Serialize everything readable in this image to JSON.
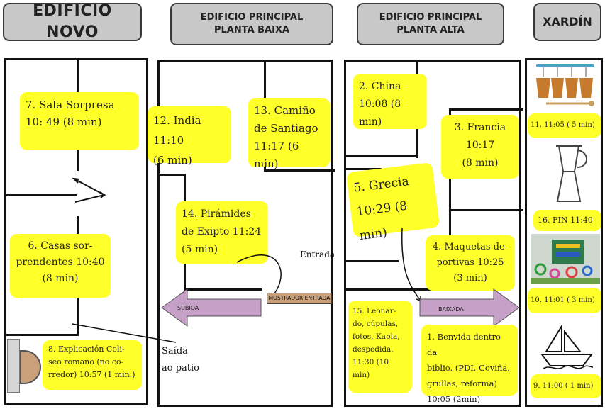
{
  "headers": {
    "novo": "EDIFICIO NOVO",
    "baixa_1": "EDIFICIO PRINCIPAL",
    "baixa_2": "PLANTA BAIXA",
    "alta_1": "EDIFICIO PRINCIPAL",
    "alta_2": "PLANTA ALTA",
    "xardin": "XARDÍN"
  },
  "stations": {
    "s7_1": "7. Sala Sorpresa",
    "s7_2": "10: 49 (8 min)",
    "s6_1": "6. Casas sor-",
    "s6_2": "prendentes 10:40",
    "s6_3": "(8 min)",
    "s8_1": "8. Explicación Coli-",
    "s8_2": "seo romano (no co-",
    "s8_3": "rredor) 10:57 (1 min.)",
    "s12_1": "12. India 11:10",
    "s12_2": "(6 min)",
    "s13_1": "13. Camiño",
    "s13_2": "de Santiago",
    "s13_3": "11:17 (6 min)",
    "s14_1": "14. Pirámides",
    "s14_2": "de Exipto 11:24",
    "s14_3": "(5 min)",
    "s2_1": "2. China",
    "s2_2": "10:08 (8 min)",
    "s3_1": "3. Francia",
    "s3_2": "10:17",
    "s3_3": "(8 min)",
    "s5_1": "5. Grecia",
    "s5_2": "10:29 (8 min)",
    "s4_1": "4. Maquetas de-",
    "s4_2": "portivas 10:25",
    "s4_3": "(3 min)",
    "s15_1": "15. Leonar-",
    "s15_2": "do, cúpulas,",
    "s15_3": "fotos, Kapla,",
    "s15_4": "despedida.",
    "s15_5": "11:30 (10",
    "s15_6": "min)",
    "s1_1": "1. Benvida dentro da",
    "s1_2": "biblio. (PDI, Coviña,",
    "s1_3": "grullas, reforma)",
    "s1_4": "10:05 (2min)",
    "s11": "11. 11:05 ( 5 min)",
    "s16": "16. FIN 11:40",
    "s10": "10. 11:01 ( 3 min)",
    "s9": "9. 11:00 ( 1 min)"
  },
  "labels": {
    "entrada": "Entrada",
    "saida_1": "Saída",
    "saida_2": "ao patio",
    "subida": "SUBIDA",
    "baixada": "BAIXADA",
    "mostrador": "MOSTRADOR ENTRADA"
  },
  "colors": {
    "note": "#ffff2a",
    "header": "#c8c8c8",
    "arrow": "#c6a0c6",
    "counter": "#c9a07a"
  },
  "icons": [
    "flowerpot-bells-icon",
    "moka-pot-icon",
    "pallet-garden-icon",
    "paper-boat-icon"
  ]
}
